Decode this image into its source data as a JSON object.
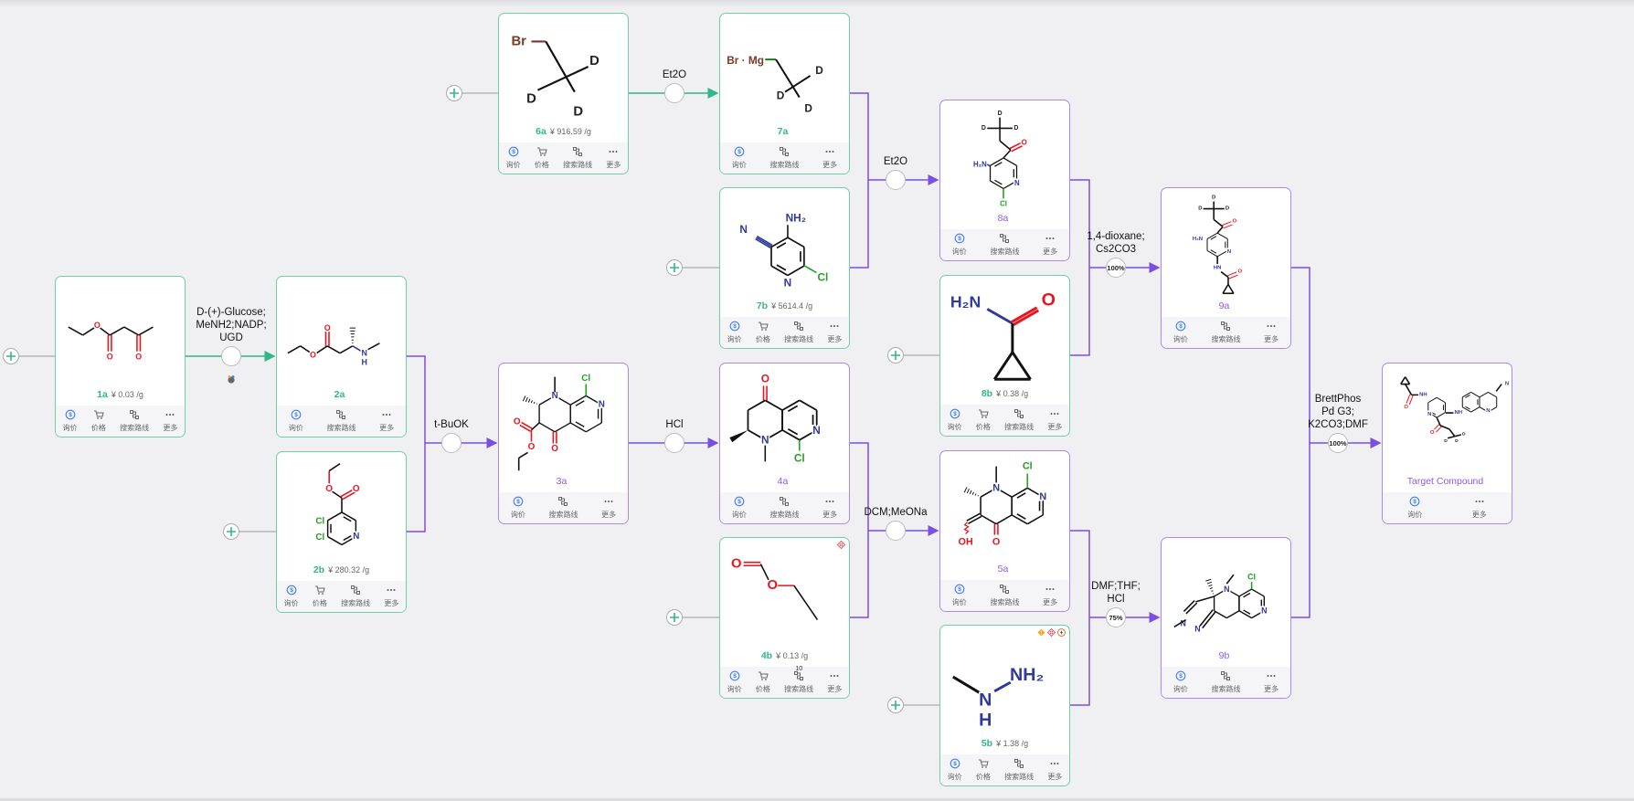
{
  "colors": {
    "starting_material": "#2fb889",
    "intermediate": "#8a5cf0",
    "background": "#f0f0f3"
  },
  "action_labels": {
    "inquiry": "询价",
    "price": "价格",
    "search_route": "搜索路线",
    "more": "更多"
  },
  "compounds": [
    {
      "id": "1a",
      "price": "¥ 0.03 /g",
      "kind": "starting",
      "actions": [
        "inquiry",
        "price",
        "search_route",
        "more"
      ]
    },
    {
      "id": "2a",
      "price": "",
      "kind": "starting",
      "actions": [
        "inquiry",
        "search_route",
        "more"
      ]
    },
    {
      "id": "2b",
      "price": "¥ 280.32 /g",
      "kind": "starting",
      "actions": [
        "inquiry",
        "price",
        "search_route",
        "more"
      ]
    },
    {
      "id": "3a",
      "price": "",
      "kind": "intermediate",
      "actions": [
        "inquiry",
        "search_route",
        "more"
      ]
    },
    {
      "id": "6a",
      "price": "¥ 916.59 /g",
      "kind": "starting",
      "actions": [
        "inquiry",
        "price",
        "search_route",
        "more"
      ]
    },
    {
      "id": "7a",
      "price": "",
      "kind": "starting",
      "actions": [
        "inquiry",
        "search_route",
        "more"
      ]
    },
    {
      "id": "7b",
      "price": "¥ 5614.4 /g",
      "kind": "starting",
      "actions": [
        "inquiry",
        "price",
        "search_route",
        "more"
      ]
    },
    {
      "id": "4a",
      "price": "",
      "kind": "intermediate",
      "actions": [
        "inquiry",
        "search_route",
        "more"
      ]
    },
    {
      "id": "4b",
      "price": "¥ 0.13 /g",
      "kind": "starting",
      "actions": [
        "inquiry",
        "price",
        "search_route",
        "more"
      ],
      "route_count": "10",
      "hazards": [
        "health-hazard"
      ]
    },
    {
      "id": "8a",
      "price": "",
      "kind": "intermediate",
      "actions": [
        "inquiry",
        "search_route",
        "more"
      ]
    },
    {
      "id": "8b",
      "price": "¥ 0.38 /g",
      "kind": "starting",
      "actions": [
        "inquiry",
        "price",
        "search_route",
        "more"
      ]
    },
    {
      "id": "5a",
      "price": "",
      "kind": "intermediate",
      "actions": [
        "inquiry",
        "search_route",
        "more"
      ]
    },
    {
      "id": "5b",
      "price": "¥ 1.38 /g",
      "kind": "starting",
      "actions": [
        "inquiry",
        "price",
        "search_route",
        "more"
      ],
      "hazards": [
        "warning",
        "health-hazard",
        "flammable"
      ]
    },
    {
      "id": "9a",
      "price": "",
      "kind": "intermediate",
      "actions": [
        "inquiry",
        "search_route",
        "more"
      ]
    },
    {
      "id": "9b",
      "price": "",
      "kind": "intermediate",
      "actions": [
        "inquiry",
        "search_route",
        "more"
      ]
    },
    {
      "id": "Target Compound",
      "price": "",
      "kind": "intermediate",
      "actions": [
        "inquiry",
        "more"
      ]
    }
  ],
  "reactions": [
    {
      "conditions": [
        "D-(+)-Glucose;",
        "MeNH2;NADP;",
        "UGD"
      ],
      "yield": "",
      "enzyme": true
    },
    {
      "conditions": [
        "t-BuOK"
      ],
      "yield": ""
    },
    {
      "conditions": [
        "Et2O"
      ],
      "yield": ""
    },
    {
      "conditions": [
        "HCl"
      ],
      "yield": ""
    },
    {
      "conditions": [
        "Et2O"
      ],
      "yield": ""
    },
    {
      "conditions": [
        "DCM;MeONa"
      ],
      "yield": ""
    },
    {
      "conditions": [
        "1,4-dioxane;",
        "Cs2CO3"
      ],
      "yield": "100%"
    },
    {
      "conditions": [
        "DMF;THF;",
        "HCl"
      ],
      "yield": "75%"
    },
    {
      "conditions": [
        "BrettPhos",
        "Pd G3;",
        "K2CO3;DMF"
      ],
      "yield": "100%"
    }
  ]
}
